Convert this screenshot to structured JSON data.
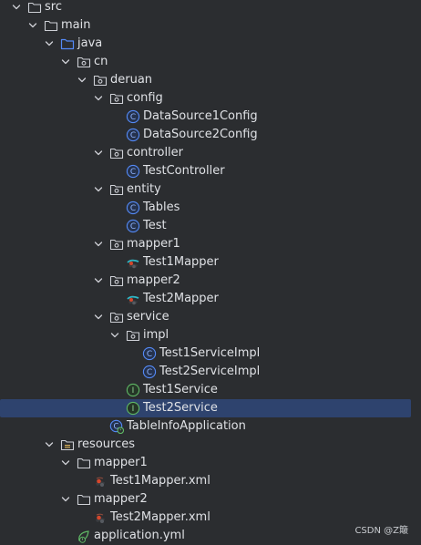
{
  "tree": [
    {
      "label": "src",
      "depth": 0,
      "icon": "folder-icon",
      "expanded": true
    },
    {
      "label": "main",
      "depth": 1,
      "icon": "folder-icon",
      "expanded": true
    },
    {
      "label": "java",
      "depth": 2,
      "icon": "source-folder-icon",
      "expanded": true
    },
    {
      "label": "cn",
      "depth": 3,
      "icon": "package-icon",
      "expanded": true
    },
    {
      "label": "deruan",
      "depth": 4,
      "icon": "package-icon",
      "expanded": true
    },
    {
      "label": "config",
      "depth": 5,
      "icon": "package-icon",
      "expanded": true
    },
    {
      "label": "DataSource1Config",
      "depth": 6,
      "icon": "class-icon"
    },
    {
      "label": "DataSource2Config",
      "depth": 6,
      "icon": "class-icon"
    },
    {
      "label": "controller",
      "depth": 5,
      "icon": "package-icon",
      "expanded": true
    },
    {
      "label": "TestController",
      "depth": 6,
      "icon": "class-icon"
    },
    {
      "label": "entity",
      "depth": 5,
      "icon": "package-icon",
      "expanded": true
    },
    {
      "label": "Tables",
      "depth": 6,
      "icon": "class-icon"
    },
    {
      "label": "Test",
      "depth": 6,
      "icon": "class-icon"
    },
    {
      "label": "mapper1",
      "depth": 5,
      "icon": "package-icon",
      "expanded": true
    },
    {
      "label": "Test1Mapper",
      "depth": 6,
      "icon": "mybatis-mapper-icon"
    },
    {
      "label": "mapper2",
      "depth": 5,
      "icon": "package-icon",
      "expanded": true
    },
    {
      "label": "Test2Mapper",
      "depth": 6,
      "icon": "mybatis-mapper-icon"
    },
    {
      "label": "service",
      "depth": 5,
      "icon": "package-icon",
      "expanded": true
    },
    {
      "label": "impl",
      "depth": 6,
      "icon": "package-icon",
      "expanded": true
    },
    {
      "label": "Test1ServiceImpl",
      "depth": 7,
      "icon": "class-icon"
    },
    {
      "label": "Test2ServiceImpl",
      "depth": 7,
      "icon": "class-icon"
    },
    {
      "label": "Test1Service",
      "depth": 6,
      "icon": "interface-icon"
    },
    {
      "label": "Test2Service",
      "depth": 6,
      "icon": "interface-icon",
      "selected": true
    },
    {
      "label": "TableInfoApplication",
      "depth": 5,
      "icon": "spring-boot-class-icon"
    },
    {
      "label": "resources",
      "depth": 2,
      "icon": "resources-folder-icon",
      "expanded": true
    },
    {
      "label": "mapper1",
      "depth": 3,
      "icon": "folder-icon",
      "expanded": true
    },
    {
      "label": "Test1Mapper.xml",
      "depth": 4,
      "icon": "mybatis-xml-icon"
    },
    {
      "label": "mapper2",
      "depth": 3,
      "icon": "folder-icon",
      "expanded": true
    },
    {
      "label": "Test2Mapper.xml",
      "depth": 4,
      "icon": "mybatis-xml-icon"
    },
    {
      "label": "application.yml",
      "depth": 3,
      "icon": "yaml-config-icon"
    }
  ],
  "watermark": "CSDN @Z簸",
  "colors": {
    "background": "#2b2d30",
    "selection": "#2e436e",
    "text": "#dfe1e5",
    "class": "#548af7",
    "interface": "#5fb865",
    "folder": "#ced0d6",
    "source_folder": "#548af7"
  }
}
